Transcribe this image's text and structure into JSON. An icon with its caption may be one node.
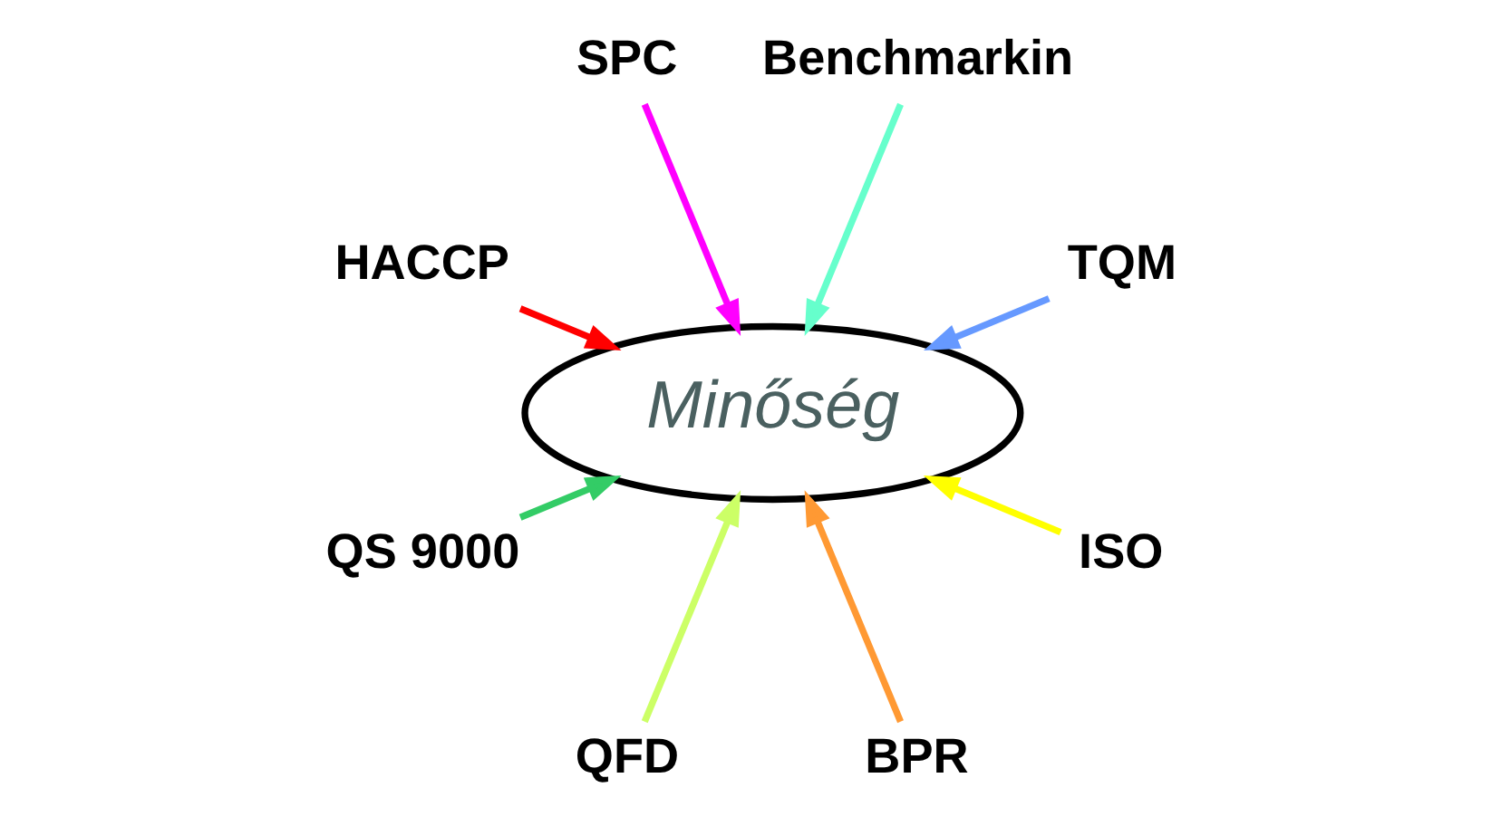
{
  "diagram": {
    "nodes": [
      {
        "text": [
          "Minőség"
        ]
      },
      {
        "text": [
          "TQM"
        ]
      },
      {
        "text": [
          "Benchmarkin"
        ]
      },
      {
        "text": [
          "SPC"
        ]
      },
      {
        "text": [
          "HACCP"
        ]
      },
      {
        "text": [
          "QS 9000"
        ]
      },
      {
        "text": [
          "QFD"
        ]
      },
      {
        "text": [
          "BPR"
        ]
      },
      {
        "text": [
          "ISO"
        ]
      }
    ],
    "edges": [
      {
        "from": 1,
        "to": 0,
        "arrow": "to",
        "color": "#6699ff"
      },
      {
        "from": 3,
        "to": 0,
        "arrow": "to",
        "color": "#ff00ff"
      },
      {
        "from": 4,
        "to": 0,
        "arrow": "to",
        "color": "#ff0000"
      },
      {
        "from": 7,
        "to": 0,
        "arrow": "to",
        "color": "#ff9933"
      },
      {
        "from": 8,
        "to": 0,
        "arrow": "to",
        "color": "#ffff00"
      },
      {
        "from": 6,
        "to": 0,
        "arrow": "to",
        "color": "#ccff66"
      },
      {
        "from": 5,
        "to": 0,
        "arrow": "to",
        "color": "#33cc66"
      },
      {
        "from": 2,
        "to": 0,
        "arrow": "to",
        "color": "#66ffcc"
      }
    ]
  }
}
